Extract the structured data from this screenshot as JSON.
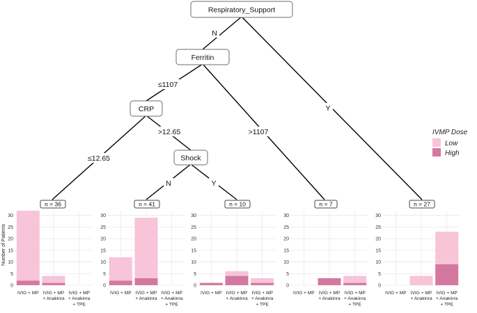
{
  "tree": {
    "nodes": {
      "root": "Respiratory_Support",
      "ferritin": "Ferritin",
      "crp": "CRP",
      "shock": "Shock"
    },
    "edges": {
      "root_no": "N",
      "root_yes": "Y",
      "ferritin_le": "≤1107",
      "ferritin_gt": ">1107",
      "crp_le": "≤12.65",
      "crp_gt": ">12.65",
      "shock_no": "N",
      "shock_yes": "Y"
    },
    "leaves": [
      {
        "n_label": "n = 36"
      },
      {
        "n_label": "n = 41"
      },
      {
        "n_label": "n = 10"
      },
      {
        "n_label": "n = 7"
      },
      {
        "n_label": "n = 27"
      }
    ]
  },
  "legend": {
    "title": "IVMP Dose",
    "items": [
      {
        "label": "Low",
        "color": "#f7c4d8"
      },
      {
        "label": "High",
        "color": "#d4789f"
      }
    ]
  },
  "chart_data": {
    "type": "bar",
    "stacked": true,
    "ylabel": "Number of Patients",
    "ylim": [
      0,
      32
    ],
    "yticks": [
      0,
      5,
      10,
      15,
      20,
      25,
      30
    ],
    "categories": [
      [
        "IVIG + MP"
      ],
      [
        "IVIG + MP",
        "+ Anakinra"
      ],
      [
        "IVIG + MP",
        "+ Anakinra",
        "+ TPE"
      ]
    ],
    "panels": [
      {
        "leaf": "n = 36",
        "low": [
          30,
          3,
          0
        ],
        "high": [
          2,
          1,
          0
        ]
      },
      {
        "leaf": "n = 41",
        "low": [
          10,
          26,
          0
        ],
        "high": [
          2,
          3,
          0
        ]
      },
      {
        "leaf": "n = 10",
        "low": [
          0,
          2,
          2
        ],
        "high": [
          1,
          4,
          1
        ]
      },
      {
        "leaf": "n = 7",
        "low": [
          0,
          0,
          3
        ],
        "high": [
          0,
          3,
          1
        ]
      },
      {
        "leaf": "n = 27",
        "low": [
          0,
          4,
          14
        ],
        "high": [
          0,
          0,
          9
        ]
      }
    ]
  }
}
